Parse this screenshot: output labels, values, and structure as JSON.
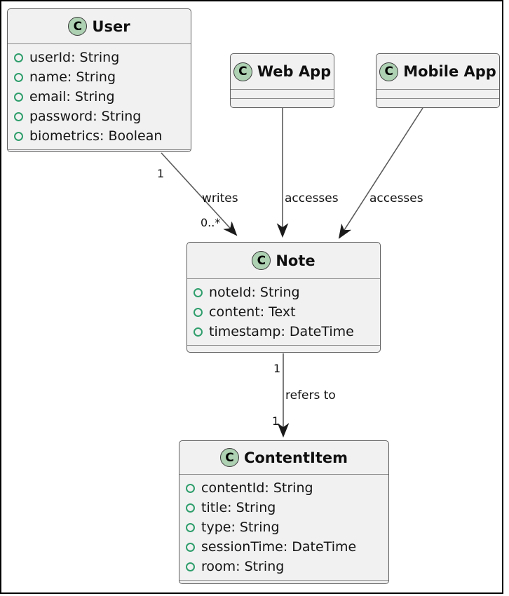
{
  "diagram": {
    "classes": [
      {
        "icon": "C",
        "name": "User",
        "attributes": [
          "userId: String",
          "name: String",
          "email: String",
          "password: String",
          "biometrics: Boolean"
        ]
      },
      {
        "icon": "C",
        "name": "Web App",
        "attributes": []
      },
      {
        "icon": "C",
        "name": "Mobile App",
        "attributes": []
      },
      {
        "icon": "C",
        "name": "Note",
        "attributes": [
          "noteId: String",
          "content: Text",
          "timestamp: DateTime"
        ]
      },
      {
        "icon": "C",
        "name": "ContentItem",
        "attributes": [
          "contentId: String",
          "title: String",
          "type: String",
          "sessionTime: DateTime",
          "room: String"
        ]
      }
    ],
    "edges": [
      {
        "from": "User",
        "to": "Note",
        "label": "writes",
        "source_multiplicity": "1",
        "target_multiplicity": "0..*"
      },
      {
        "from": "Web App",
        "to": "Note",
        "label": "accesses"
      },
      {
        "from": "Mobile App",
        "to": "Note",
        "label": "accesses"
      },
      {
        "from": "Note",
        "to": "ContentItem",
        "label": "refers to",
        "source_multiplicity": "1",
        "target_multiplicity": "1"
      }
    ],
    "colors": {
      "class_fill": "#f1f1f2",
      "class_border": "#5f5f5f",
      "icon_fill": "#add1b2",
      "icon_border": "#3b3b3b",
      "attribute_bullet": "#2f9e6b",
      "edge_line": "#5b5b5b",
      "arrowhead": "#1a1a1a",
      "frame": "#000000"
    }
  }
}
